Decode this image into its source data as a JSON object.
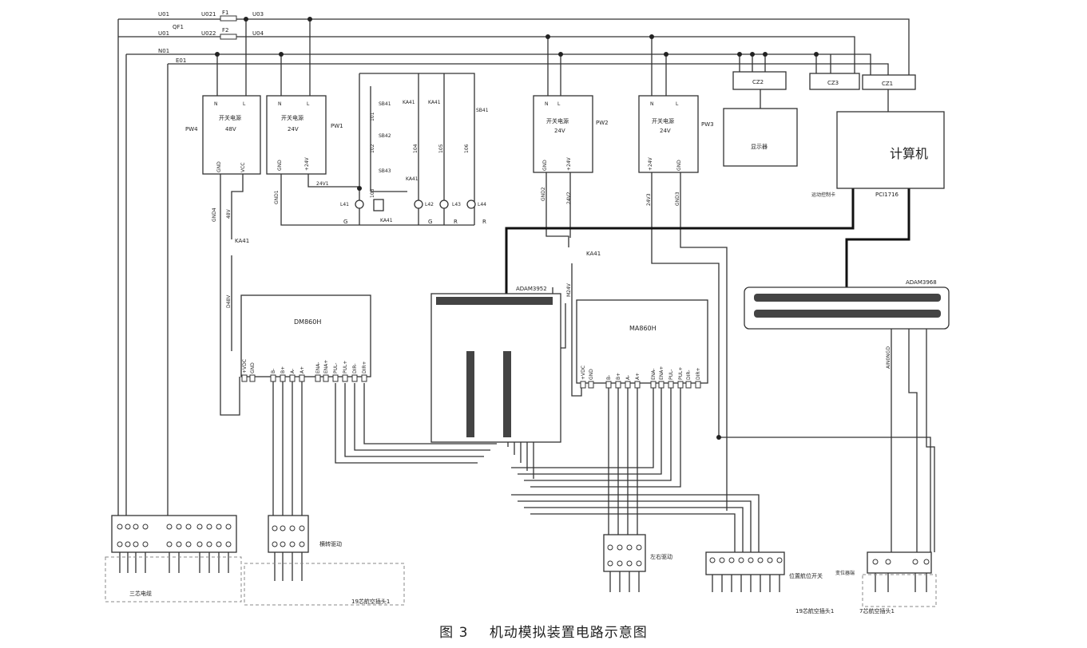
{
  "figure": {
    "number": "图 3",
    "title": "机动模拟装置电路示意图"
  },
  "lines": {
    "u01": "U01",
    "u021": "U021",
    "f1": "F1",
    "u03": "U03",
    "qf1": "QF1",
    "u01b": "U01",
    "u022": "U022",
    "f2": "F2",
    "u04": "U04",
    "n01": "N01",
    "e01": "E01"
  },
  "power": {
    "pw4": {
      "id": "PW4",
      "title": "开关电源",
      "v": "48V",
      "in_a": "N",
      "in_b": "L",
      "out_a": "GND",
      "out_b": "VCC"
    },
    "pw1": {
      "id": "PW1",
      "title": "开关电源",
      "v": "24V",
      "in_a": "N",
      "in_b": "L",
      "out_a": "GND",
      "out_b": "+24V"
    },
    "pw2": {
      "id": "PW2",
      "title": "开关电源",
      "v": "24V",
      "in_a": "N",
      "in_b": "L",
      "out_a": "GND",
      "out_b": "+24V"
    },
    "pw3": {
      "id": "PW3",
      "title": "开关电源",
      "v": "24V",
      "in_a": "N",
      "in_b": "L",
      "out_a": "+24V",
      "out_b": "GND"
    }
  },
  "relay": {
    "sb1": "SB41",
    "sb2": "SB42",
    "sb3": "SB43",
    "sb4": "SB41",
    "ka_a": "KA41",
    "ka_b": "KA41",
    "ka_c": "KA41",
    "ka_coil": "KA41",
    "l41": "L41",
    "l42": "L42",
    "l43": "L43",
    "l44": "L44",
    "g1": "G",
    "g2": "G",
    "r1": "R",
    "r2": "R",
    "n101": "101",
    "n102": "102",
    "n103": "103",
    "n104": "104",
    "n105": "105",
    "n106": "106"
  },
  "wires": {
    "gnd1": "GND1",
    "v24_1": "24V1",
    "gnd4": "GND4",
    "v48": "48V",
    "ka41_a": "KA41",
    "d48v": "D48V",
    "gnd2": "GND2",
    "v24_2": "24V2",
    "ka41_b": "KA41",
    "m24v": "M24V",
    "v24_3": "24V3",
    "gnd3": "GND3",
    "agnd": "AIN0NGD"
  },
  "devices": {
    "cz2": "CZ2",
    "cz3": "CZ3",
    "cz1": "CZ1",
    "monitor": "显示器",
    "computer": "计算机",
    "pci": "PCI1716",
    "motion_card": "运动控制卡",
    "adam_a": "ADAM3952",
    "adam_b": "ADAM3968",
    "dm": "DM860H",
    "ma": "MA860H"
  },
  "dm_pins": [
    "+VDC",
    "GND",
    "B-",
    "B+",
    "A-",
    "A+",
    "ENA-",
    "ENA+",
    "PUL-",
    "PUL+",
    "DIR-",
    "DIR+"
  ],
  "terminals": {
    "t1": "三芯电缆",
    "t2": "横转驱动",
    "t3": "19芯航空插头1",
    "t4": "左右驱动",
    "t5": "位置航位开关",
    "t6": "19芯航空插头1",
    "t7": "7芯航空插头1",
    "t8": "变位器端"
  }
}
